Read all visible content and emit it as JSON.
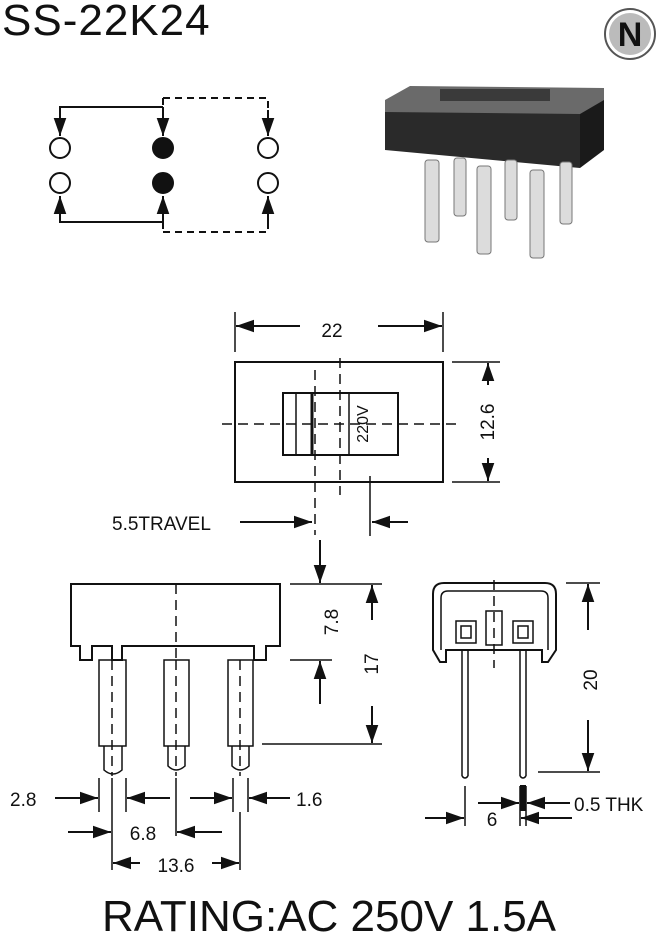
{
  "title": "SS-22K24",
  "rating": "RATING:AC 250V 1.5A",
  "logo_letter": "N",
  "dimensions": {
    "width_top": "22",
    "height_top": "12.6",
    "knob_label": "220V",
    "travel": "5.5TRAVEL",
    "body_height": "7.8",
    "total_height": "17",
    "side_height": "20",
    "pin_width": "2.8",
    "pin_gap": "1.6",
    "pitch": "6.8",
    "span": "13.6",
    "side_pitch": "6",
    "thickness": "0.5 THK"
  }
}
